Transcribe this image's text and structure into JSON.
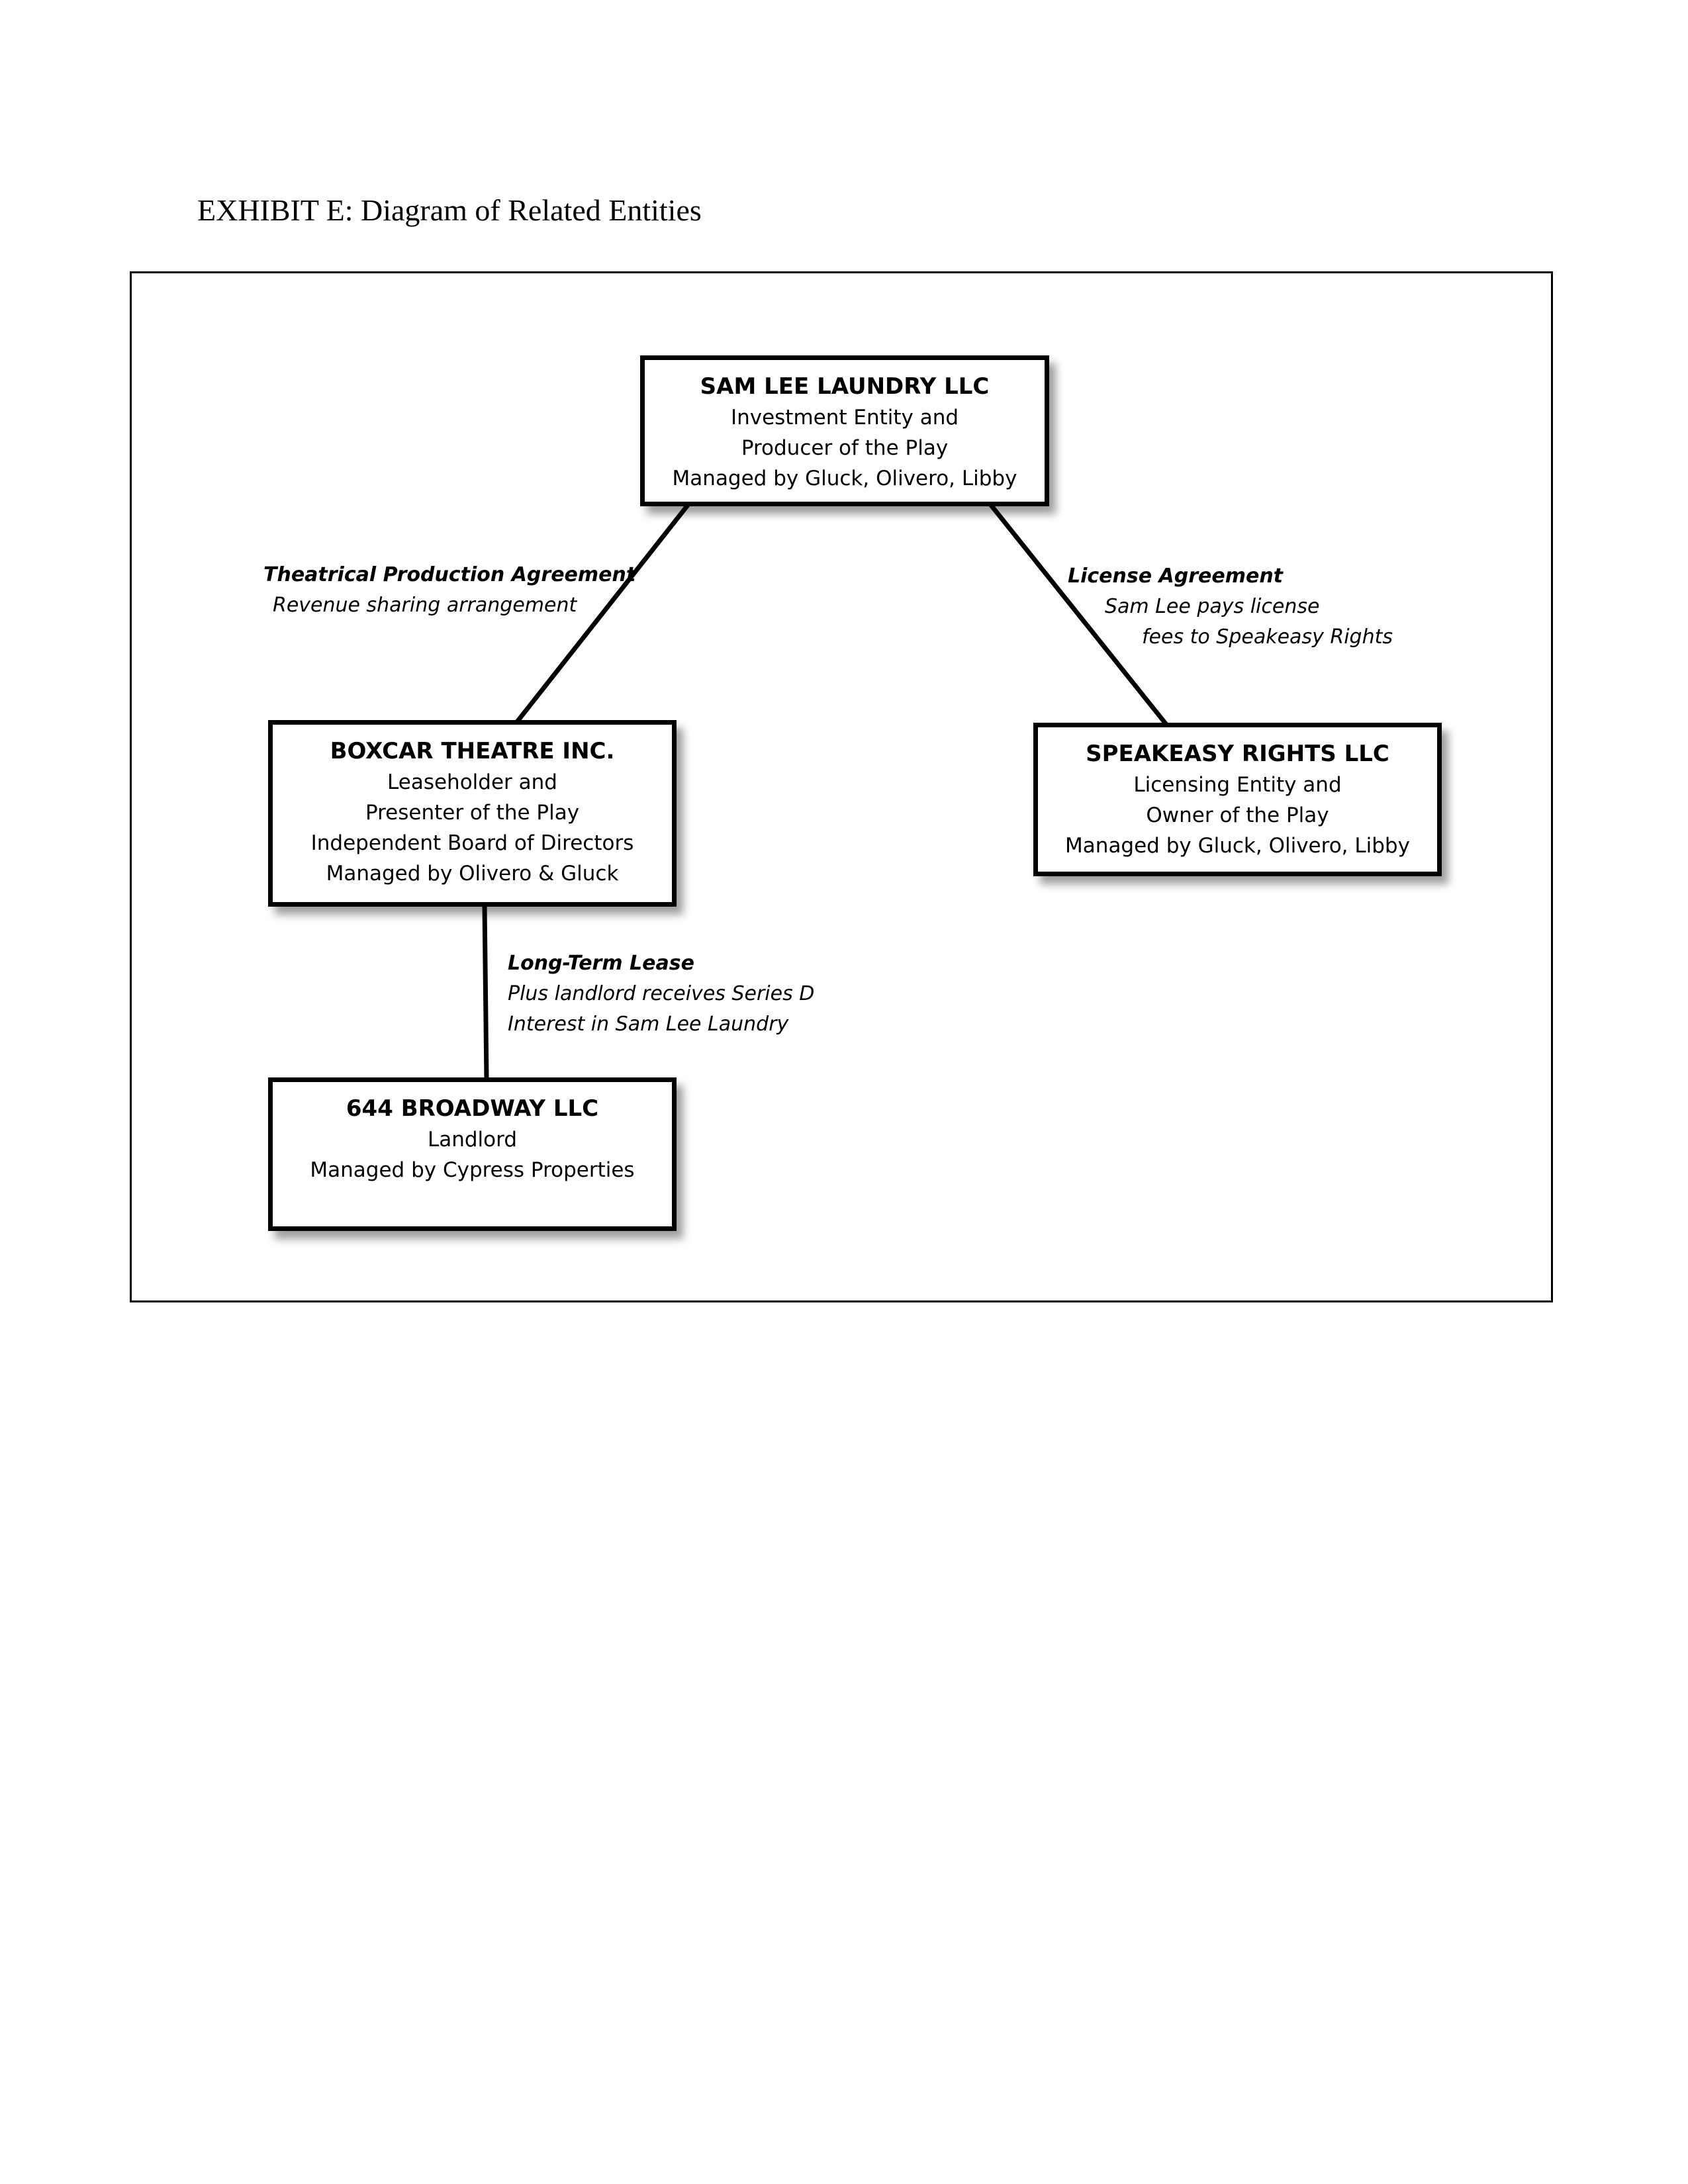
{
  "title": "EXHIBIT E: Diagram of Related Entities",
  "entities": {
    "sam_lee": {
      "name": "SAM LEE LAUNDRY LLC",
      "lines": [
        "Investment Entity and",
        "Producer of the Play",
        "Managed by Gluck, Olivero, Libby"
      ]
    },
    "boxcar": {
      "name": "BOXCAR THEATRE INC.",
      "lines": [
        "Leaseholder and",
        "Presenter of the Play",
        "Independent Board of Directors",
        "Managed by Olivero & Gluck"
      ]
    },
    "speakeasy": {
      "name": "SPEAKEASY RIGHTS LLC",
      "lines": [
        "Licensing Entity and",
        "Owner of the Play",
        "Managed by Gluck, Olivero, Libby"
      ]
    },
    "broadway": {
      "name": "644 BROADWAY LLC",
      "lines": [
        "Landlord",
        "Managed by Cypress Properties"
      ]
    }
  },
  "relationships": {
    "production": {
      "title": "Theatrical Production Agreement",
      "lines": [
        "Revenue sharing arrangement"
      ]
    },
    "license": {
      "title": "License Agreement",
      "lines": [
        "Sam Lee pays license",
        "fees to Speakeasy Rights"
      ]
    },
    "lease": {
      "title": "Long-Term Lease",
      "lines": [
        "Plus landlord receives Series D",
        "Interest in Sam Lee Laundry"
      ]
    }
  }
}
